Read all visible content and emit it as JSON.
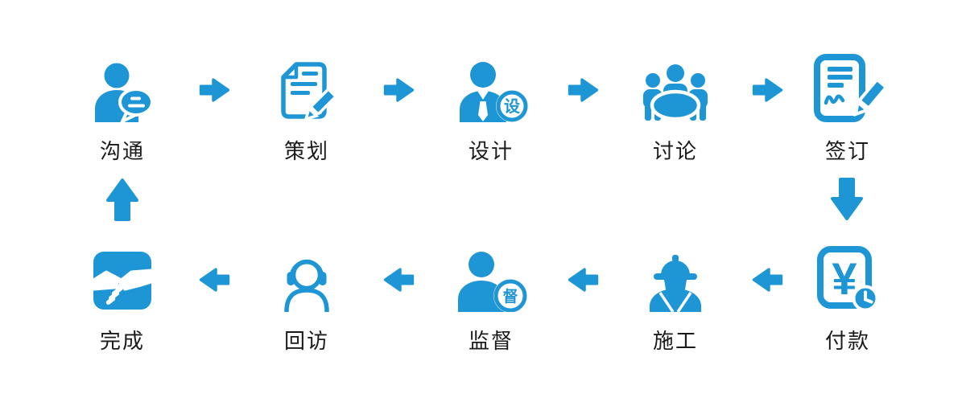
{
  "colors": {
    "accent": "#1E96D6",
    "label_text": "#1A1A1A",
    "background": "#FFFFFF",
    "icon_detail": "#FFFFFF"
  },
  "flow": {
    "top_row": [
      {
        "label": "沟通",
        "icon": "person-chat-icon"
      },
      {
        "label": "策划",
        "icon": "document-pen-icon"
      },
      {
        "label": "设计",
        "icon": "designer-badge-icon"
      },
      {
        "label": "讨论",
        "icon": "meeting-icon"
      },
      {
        "label": "签订",
        "icon": "contract-sign-icon"
      }
    ],
    "bottom_row": [
      {
        "label": "完成",
        "icon": "handshake-icon"
      },
      {
        "label": "回访",
        "icon": "headset-person-icon"
      },
      {
        "label": "监督",
        "icon": "supervisor-badge-icon"
      },
      {
        "label": "施工",
        "icon": "construction-worker-icon"
      },
      {
        "label": "付款",
        "icon": "payment-clock-icon"
      }
    ],
    "icon_badges": {
      "design": "设",
      "supervise": "督",
      "payment_currency": "¥"
    },
    "top_row_direction": "left-to-right",
    "bottom_row_direction": "right-to-left"
  }
}
